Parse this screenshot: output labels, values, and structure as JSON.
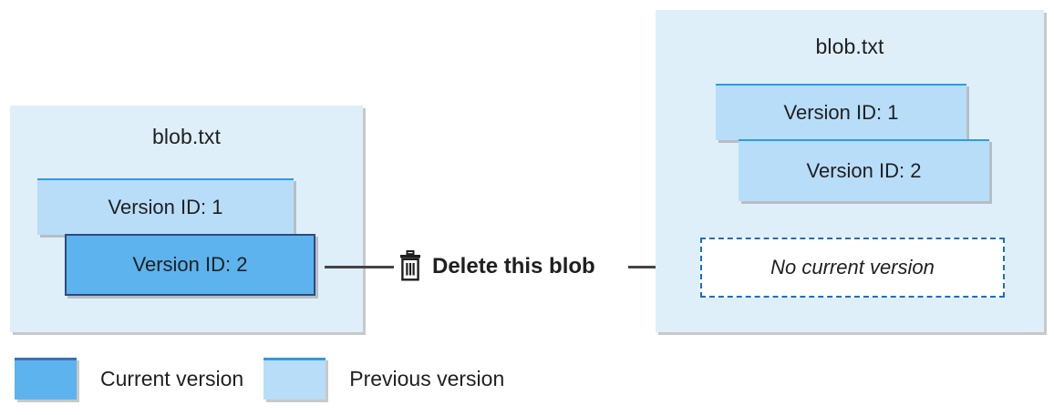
{
  "diagram": {
    "before": {
      "panel_title": "blob.txt",
      "versions": [
        {
          "label": "Version ID: 1",
          "state": "previous"
        },
        {
          "label": "Version ID: 2",
          "state": "current"
        }
      ]
    },
    "action": {
      "icon": "trash-icon",
      "label": "Delete this blob"
    },
    "after": {
      "panel_title": "blob.txt",
      "versions": [
        {
          "label": "Version ID: 1",
          "state": "previous"
        },
        {
          "label": "Version ID: 2",
          "state": "previous"
        }
      ],
      "no_current_version_label": "No current version"
    },
    "legend": [
      {
        "label": "Current version",
        "color": "#5CB3EE"
      },
      {
        "label": "Previous version",
        "color": "#B8DDF8"
      }
    ],
    "colors": {
      "panel_background": "#DEEFFA",
      "current_version_fill": "#5CB3EE",
      "current_version_border": "#2E4A7D",
      "previous_version_fill": "#B8DDF8",
      "previous_version_border": "#2E9BE6",
      "dashed_border": "#1B6EC2",
      "connector": "#444444",
      "text": "#1F1F1F"
    }
  }
}
